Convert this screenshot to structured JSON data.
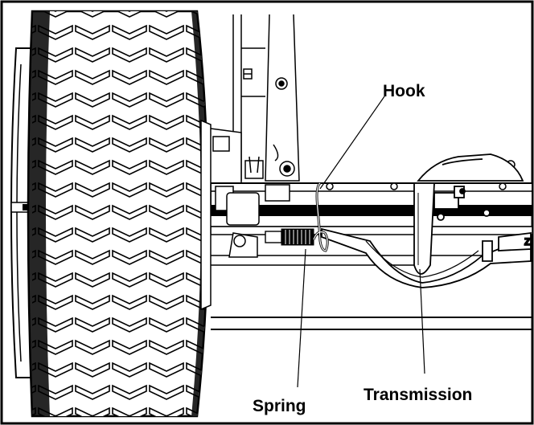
{
  "labels": {
    "hook": "Hook",
    "spring": "Spring",
    "transmission": "Transmission"
  },
  "colors": {
    "ink": "#000000",
    "paper": "#ffffff",
    "shade": "#cfcfcf",
    "dark_shade": "#8a8a8a"
  }
}
